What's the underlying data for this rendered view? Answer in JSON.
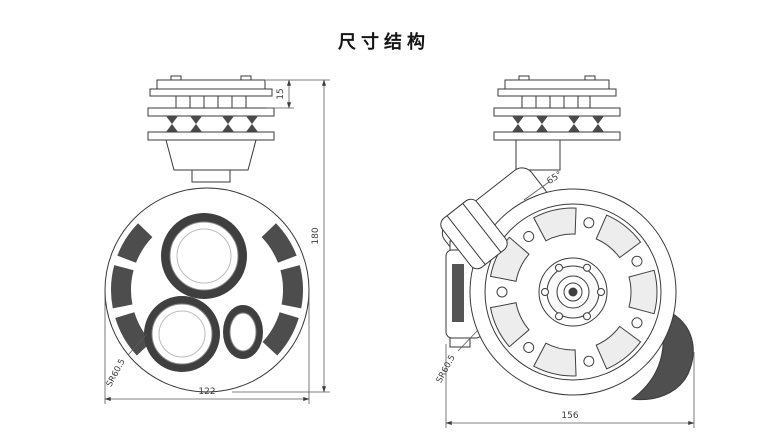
{
  "title": "尺寸结构",
  "views": {
    "front": {
      "name": "front-view",
      "dim_top": "15",
      "dim_height": "180",
      "dim_width": "122",
      "radius_label": "SR60.5"
    },
    "side": {
      "name": "side-view",
      "angle_label": "65°",
      "radius_label": "SR60.5",
      "dim_width": "156"
    }
  },
  "colors": {
    "line": "#3a3a3a",
    "dark_fill": "#4a4a4a",
    "background": "#ffffff"
  }
}
